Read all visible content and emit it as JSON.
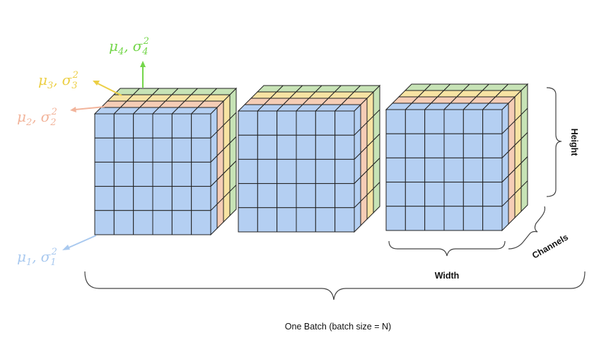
{
  "labels": {
    "mu1": "μ",
    "mu1_sub": "1",
    "sig1": "σ",
    "sig1_sub": "1",
    "sig1_sup": "2",
    "mu2": "μ",
    "mu2_sub": "2",
    "sig2": "σ",
    "sig2_sub": "2",
    "sig2_sup": "2",
    "mu3": "μ",
    "mu3_sub": "3",
    "sig3": "σ",
    "sig3_sub": "3",
    "sig3_sup": "2",
    "mu4": "μ",
    "mu4_sub": "4",
    "sig4": "σ",
    "sig4_sub": "4",
    "sig4_sup": "2",
    "comma": ",",
    "height": "Height",
    "width": "Width",
    "channels": "Channels",
    "batch": "One Batch (batch size = N)"
  },
  "colors": {
    "channel1": "#b4cff2",
    "channel2": "#f5cdb6",
    "channel3": "#f7e3a3",
    "channel4": "#c7e3b6",
    "stat1": "#a9c9ef",
    "stat2": "#f2b49b",
    "stat3": "#eccf45",
    "stat4": "#74d64a"
  }
}
